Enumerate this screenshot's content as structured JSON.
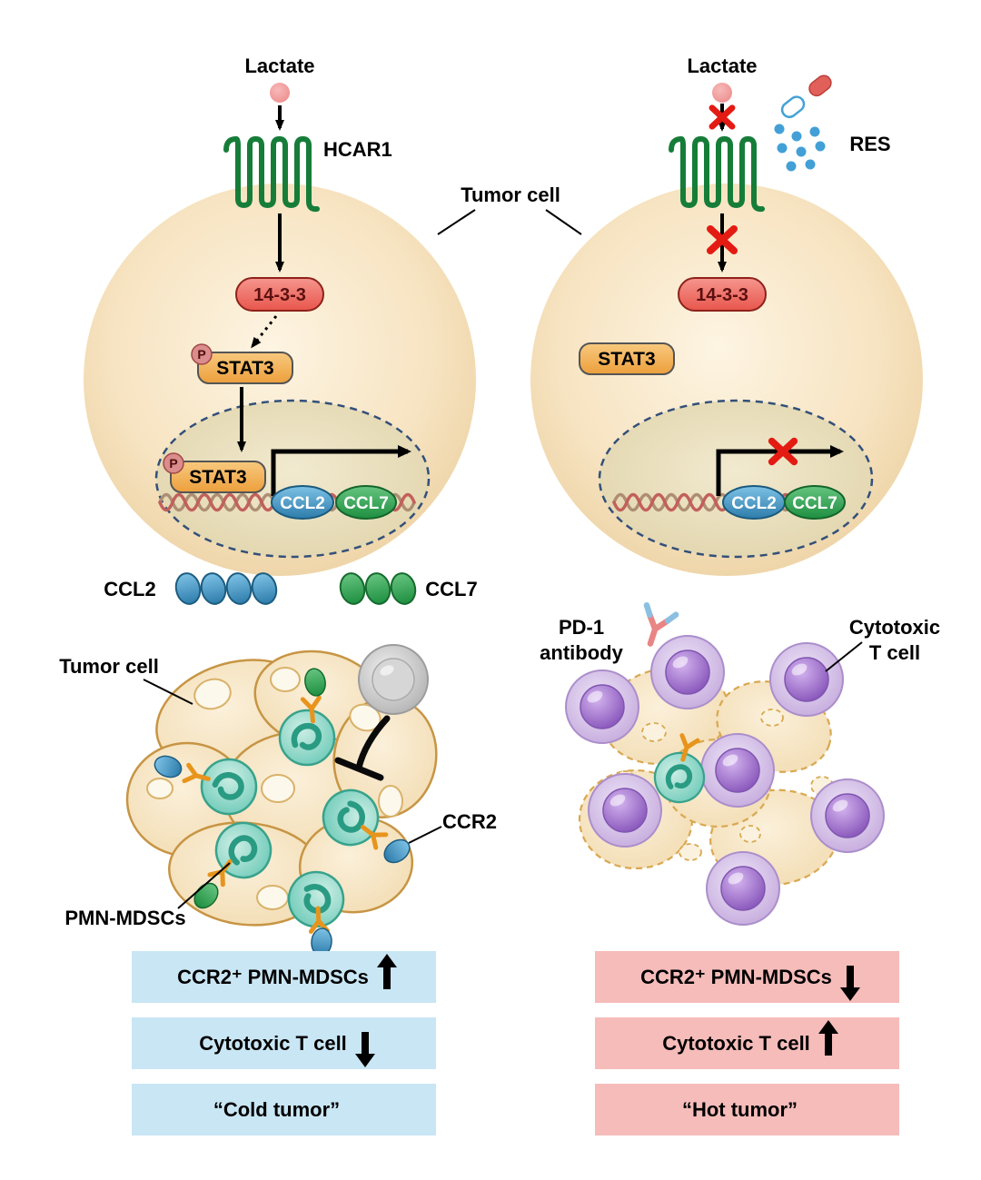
{
  "top": {
    "tumor_cell_label": "Tumor cell"
  },
  "top_left": {
    "lactate": "Lactate",
    "receptor": "HCAR1",
    "adapter": "14-3-3",
    "phospho": "P",
    "stat3": "STAT3",
    "phospho_nuclear": "P",
    "stat3_nuclear": "STAT3",
    "gene_ccl2": "CCL2",
    "gene_ccl7": "CCL7"
  },
  "top_right": {
    "lactate": "Lactate",
    "drug": "RES",
    "adapter": "14-3-3",
    "stat3": "STAT3",
    "gene_ccl2": "CCL2",
    "gene_ccl7": "CCL7"
  },
  "secretion": {
    "ccl2_label": "CCL2",
    "ccl7_label": "CCL7"
  },
  "bottom_left": {
    "tumor_cell_label": "Tumor cell",
    "ccr2_label": "CCR2",
    "pmn_mdscs_label": "PMN-MDSCs"
  },
  "bottom_right": {
    "pd1_line1": "PD-1",
    "pd1_line2": "antibody",
    "tcell_line1": "Cytotoxic",
    "tcell_line2": "T cell"
  },
  "summary_left": {
    "rows": [
      {
        "label": "CCR2⁺ PMN-MDSCs",
        "arrow": "up"
      },
      {
        "label": "Cytotoxic T cell",
        "arrow": "down"
      },
      {
        "label": "“Cold tumor”",
        "arrow": "none"
      }
    ]
  },
  "summary_right": {
    "rows": [
      {
        "label": "CCR2⁺ PMN-MDSCs",
        "arrow": "down"
      },
      {
        "label": "Cytotoxic T cell",
        "arrow": "up"
      },
      {
        "label": "“Hot tumor”",
        "arrow": "none"
      }
    ]
  },
  "colors": {
    "summary_left_bg": "#c9e6f4",
    "summary_right_bg": "#f5bcba",
    "inhibit_red": "#e41b13",
    "receptor_green": "#167d39",
    "tumor_fill": "#f6e3bd"
  }
}
